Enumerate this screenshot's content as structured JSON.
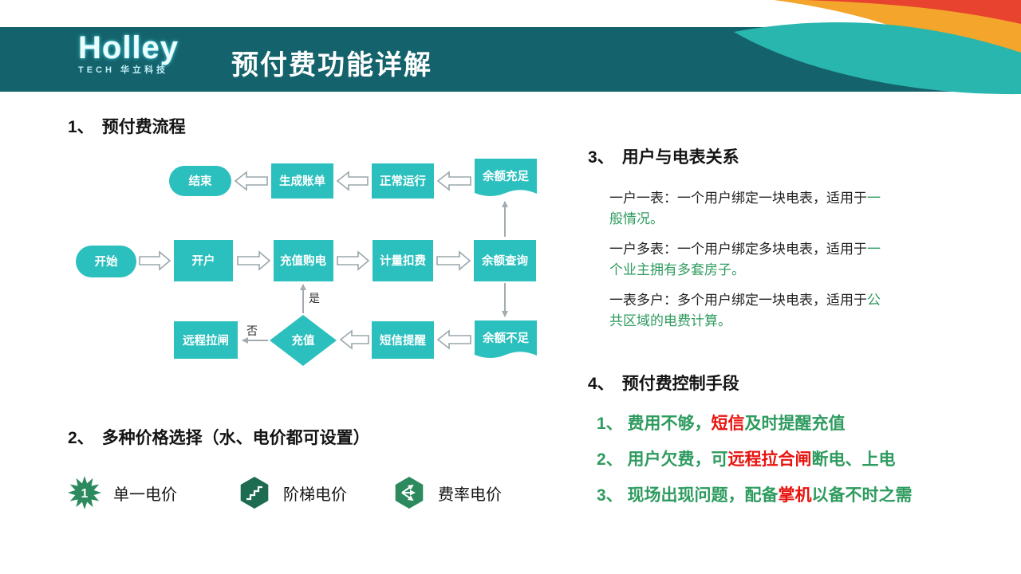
{
  "header": {
    "logo_main": "Holley",
    "logo_sub": "TECH 华立科技",
    "title": "预付费功能详解"
  },
  "colors": {
    "header_band": "#14636c",
    "flow_node": "#2bc0be",
    "corner_teal": "#29b6ae",
    "corner_orange": "#f3a52c",
    "corner_red": "#e8432f",
    "green_text": "#2e9b5f",
    "red_text": "#e8140f"
  },
  "sections": {
    "s1": {
      "num": "1、",
      "title": "预付费流程"
    },
    "s2": {
      "num": "2、",
      "title": "多种价格选择（水、电价都可设置）"
    },
    "s3": {
      "num": "3、",
      "title": "用户与电表关系"
    },
    "s4": {
      "num": "4、",
      "title": "预付费控制手段"
    }
  },
  "flowchart": {
    "nodes": {
      "start": "开始",
      "end": "结束",
      "open_account": "开户",
      "recharge_purchase": "充值购电",
      "metering_deduct": "计量扣费",
      "balance_query": "余额查询",
      "balance_sufficient": "余额充足",
      "balance_insufficient": "余额不足",
      "normal_run": "正常运行",
      "generate_bill": "生成账单",
      "sms_remind": "短信提醒",
      "recharge": "充值",
      "remote_trip": "远程拉闸"
    },
    "labels": {
      "yes": "是",
      "no": "否"
    }
  },
  "pricing": {
    "items": [
      {
        "label": "单一电价",
        "badge": "1"
      },
      {
        "label": "阶梯电价"
      },
      {
        "label": "费率电价"
      }
    ]
  },
  "relations": {
    "paragraphs": [
      {
        "black": "一户一表：一个用户绑定一块电表，适用于",
        "green": "一般情况。"
      },
      {
        "black": "一户多表：一个用户绑定多块电表，适用于",
        "green": "一个业主拥有多套房子。"
      },
      {
        "black": "一表多户：多个用户绑定一块电表，适用于",
        "green": "公共区域的电费计算。"
      }
    ]
  },
  "controls": {
    "items": [
      {
        "prefix": "1、 费用不够，",
        "highlight": "短信",
        "suffix": "及时提醒充值"
      },
      {
        "prefix": "2、 用户欠费，可",
        "highlight": "远程拉合闸",
        "suffix": "断电、上电"
      },
      {
        "prefix": "3、 现场出现问题，配备",
        "highlight": "掌机",
        "suffix": "以备不时之需"
      }
    ]
  }
}
